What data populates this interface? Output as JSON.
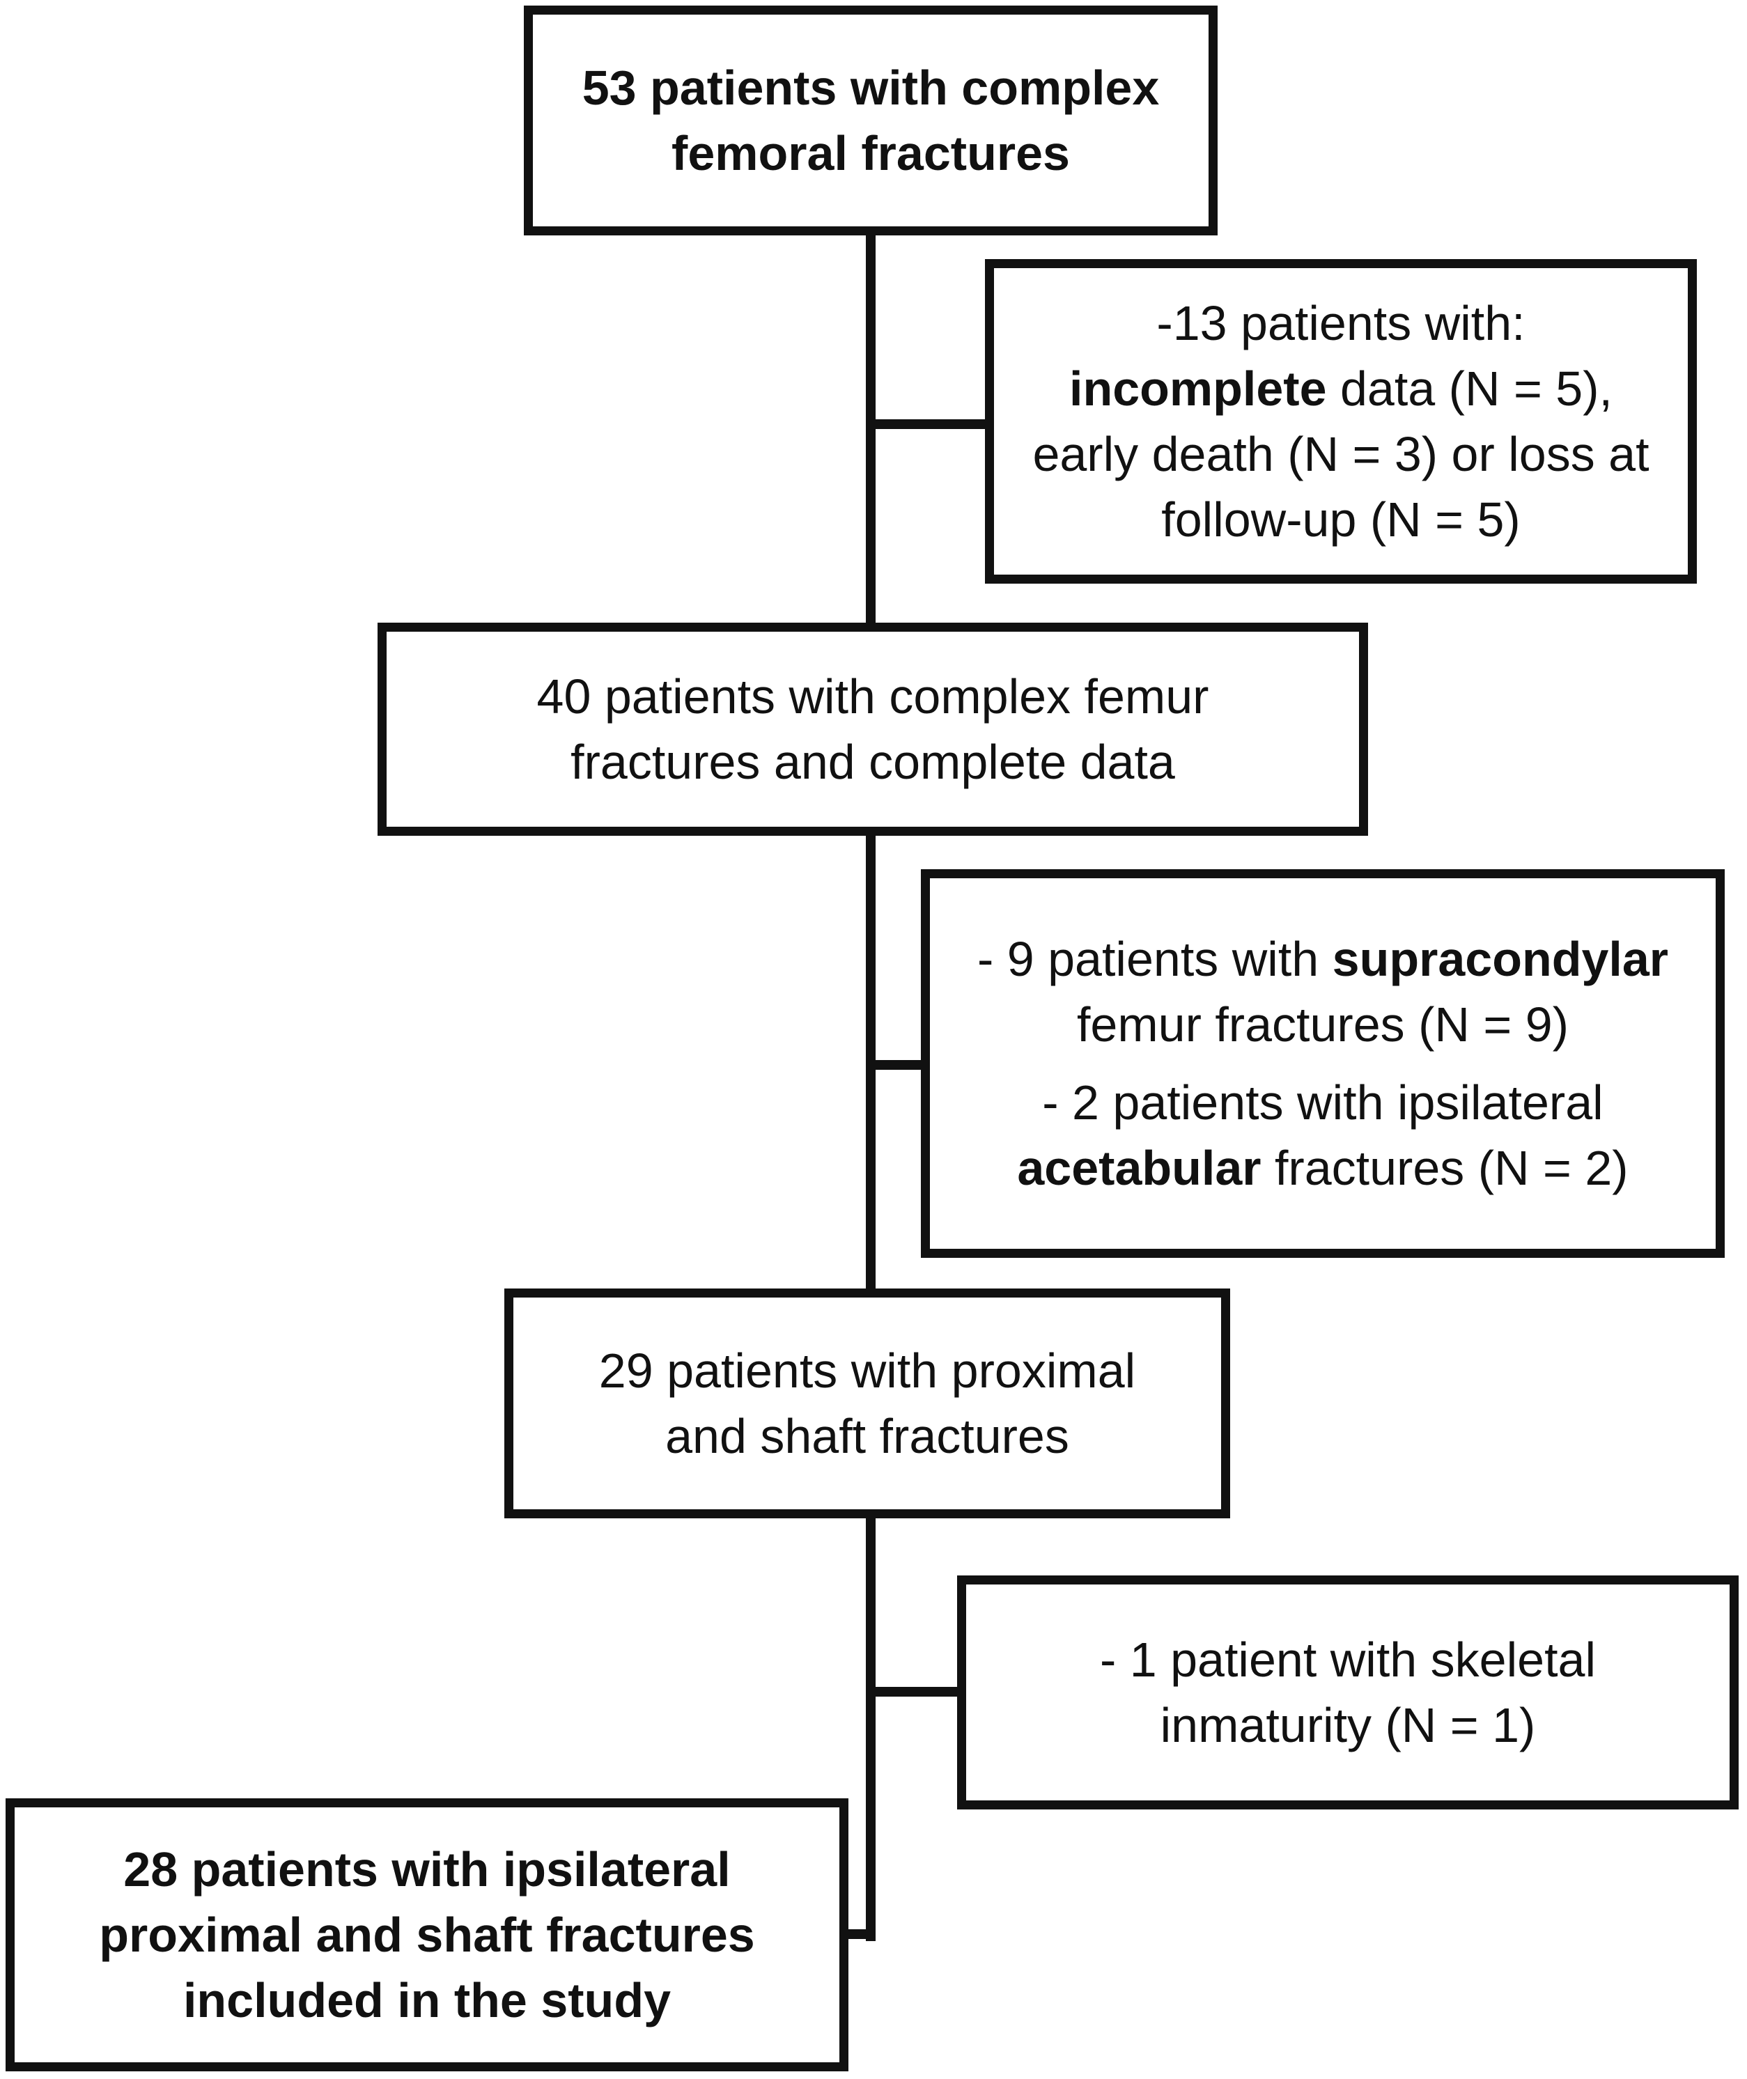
{
  "nodes": {
    "start": {
      "lines": [
        "53 patients with complex",
        "femoral fractures"
      ]
    },
    "exclusion_1": {
      "lines": [
        [
          "-13 patients with:"
        ],
        [
          "incomplete",
          " data (N = 5),"
        ],
        [
          "early death (N = 3) or loss at"
        ],
        [
          "follow-up (N = 5)"
        ]
      ]
    },
    "step_2": {
      "lines": [
        "40 patients with complex femur",
        "fractures and complete data"
      ]
    },
    "exclusion_2": {
      "group_1": [
        [
          "- 9 patients with ",
          "supracondylar"
        ],
        [
          "femur fractures (N = 9)"
        ]
      ],
      "group_2": [
        [
          "- 2 patients with ipsilateral"
        ],
        [
          "acetabular",
          " fractures (N = 2)"
        ]
      ]
    },
    "step_3": {
      "lines": [
        "29 patients with proximal",
        "and shaft fractures"
      ]
    },
    "exclusion_3": {
      "lines": [
        "- 1 patient with skeletal",
        "inmaturity (N = 1)"
      ]
    },
    "final": {
      "lines": [
        "28 patients with ipsilateral",
        "proximal and shaft fractures",
        "included in the study"
      ]
    }
  }
}
